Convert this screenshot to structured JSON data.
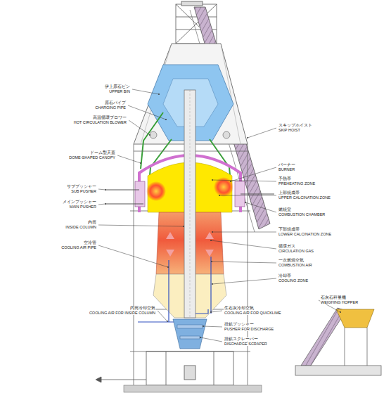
{
  "diagram": {
    "labels": [
      "伊上原石ビン",
      "UPPER BIN",
      "原石パイプ",
      "CHARGING PIPE",
      "高温循環ブロワー",
      "HOT CIRCULATION BLOWER",
      "スキップホイスト",
      "SKIP HOIST",
      "ドーム型天蓋",
      "DOME-SHAPED CANOPY",
      "バーナー",
      "BURNER",
      "予熱帯",
      "PREHEATING ZONE",
      "サブプッシャー",
      "SUB PUSHER",
      "上部焼成帯",
      "UPPER CALCINATION ZONE",
      "メインプッシャー",
      "MAIN PUSHER",
      "燃焼室",
      "COMBUSTION CHAMBER",
      "内筒",
      "INSIDE COLUMN",
      "下部焼成帯",
      "LOWER CALCINATION ZONE",
      "空冷管",
      "COOLING AIR PIPE",
      "循環ガス",
      "CIRCULATION GAS",
      "一次燃焼空気",
      "COMBUSTION AIR",
      "冷却帯",
      "COOLING ZONE",
      "石灰石秤量機",
      "WEIGHING HOPPER",
      "内筒冷却空気",
      "COOLING AIR FOR INSIDE COLUMN",
      "生石灰冷却空気",
      "COOLING AIR FOR QUICKLIME",
      "排鉱プッシャー",
      "PUSHER FOR DISCHARGE",
      "排鉱スクレーパー",
      "DISCHARGE SCRAPER"
    ]
  }
}
